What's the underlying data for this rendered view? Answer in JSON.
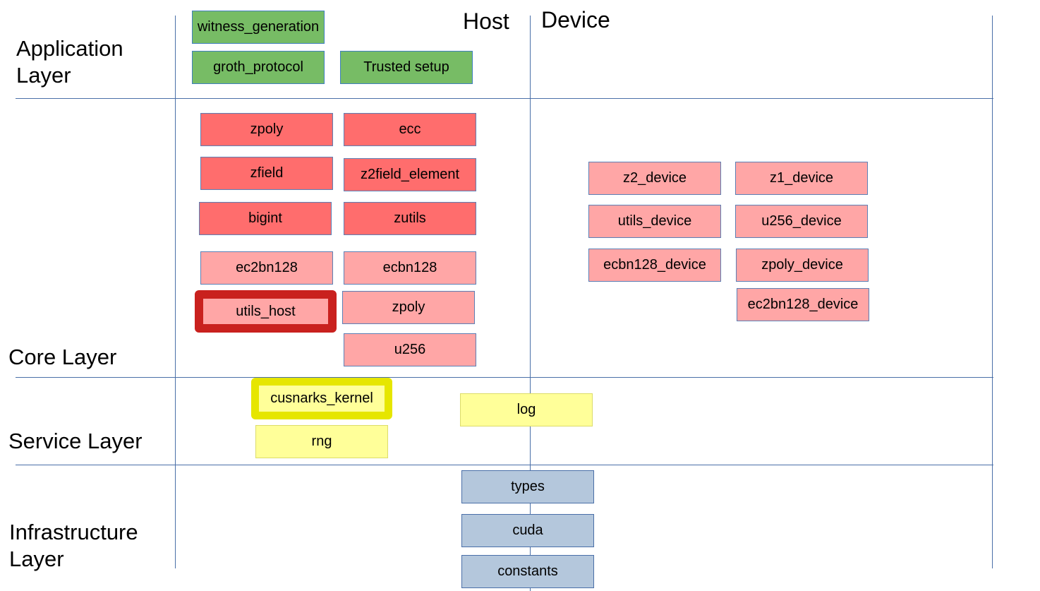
{
  "layers": {
    "application": "Application\nLayer",
    "core": "Core Layer",
    "service": "Service Layer",
    "infrastructure": "Infrastructure\nLayer"
  },
  "columns": {
    "host": "Host",
    "device": "Device"
  },
  "application_boxes": [
    "witness_generation",
    "groth_protocol",
    "Trusted setup"
  ],
  "core_host_boxes": [
    "zpoly",
    "ecc",
    "zfield",
    "z2field_element",
    "bigint",
    "zutils",
    "ec2bn128",
    "ecbn128",
    "utils_host",
    "zpoly",
    "u256"
  ],
  "core_device_boxes": [
    "z2_device",
    "z1_device",
    "utils_device",
    "u256_device",
    "ecbn128_device",
    "zpoly_device",
    "ec2bn128_device"
  ],
  "service_boxes": [
    "cusnarks_kernel",
    "rng",
    "log"
  ],
  "infrastructure_boxes": [
    "types",
    "cuda",
    "constants"
  ],
  "colors": {
    "application": "#77bc65",
    "core_primary": "#ff6d6d",
    "core_secondary": "#ffa6a6",
    "service": "#ffff99",
    "infrastructure": "#b4c7dc",
    "highlight_red": "#c9211e",
    "highlight_yellow": "#e6e600",
    "grid_line": "#4a6fa8"
  }
}
